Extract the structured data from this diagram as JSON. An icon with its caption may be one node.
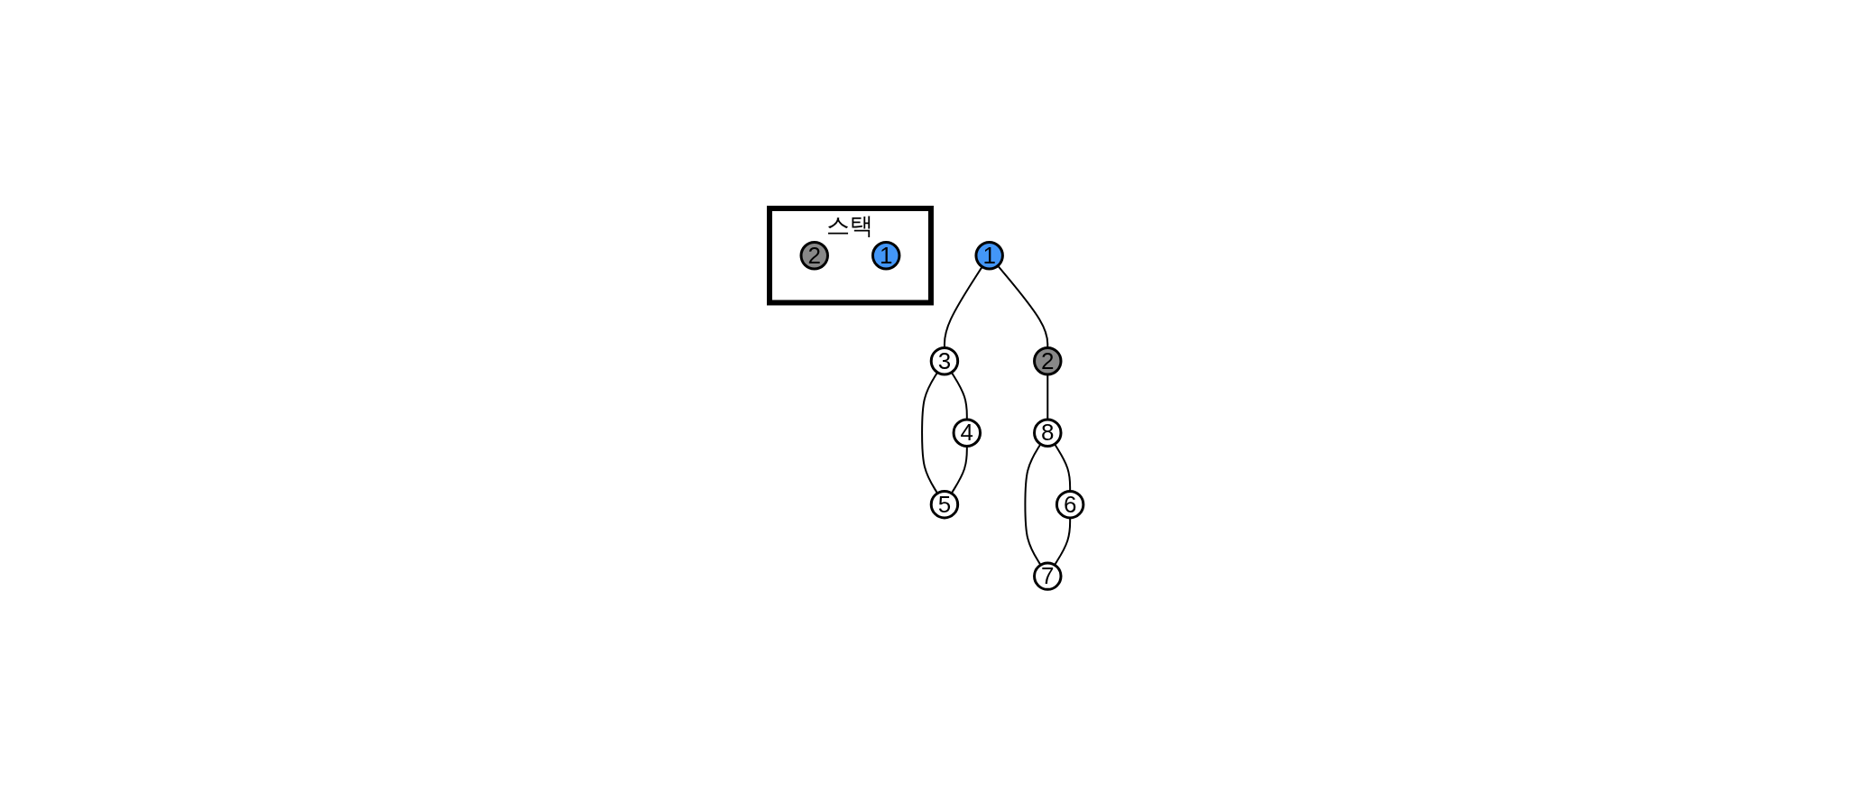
{
  "diagram": {
    "nodes": [
      {
        "text": [
          "스택"
        ]
      },
      {
        "text": [
          "2"
        ],
        "in": 0
      },
      {
        "text": [
          "1"
        ],
        "in": 0
      },
      {
        "text": [
          "1"
        ]
      },
      {
        "text": [
          "2"
        ]
      },
      {
        "text": [
          "3"
        ]
      },
      {
        "text": [
          "4"
        ]
      },
      {
        "text": [
          "5"
        ]
      },
      {
        "text": [
          "6"
        ]
      },
      {
        "text": [
          "7"
        ]
      },
      {
        "text": [
          "8"
        ]
      }
    ],
    "edges": [
      {
        "from": 3,
        "to": 4,
        "arrow": "none"
      },
      {
        "from": 3,
        "to": 5,
        "arrow": "none"
      },
      {
        "from": 4,
        "to": 10,
        "arrow": "none"
      },
      {
        "from": 5,
        "to": 6,
        "arrow": "none"
      },
      {
        "from": 5,
        "to": 7,
        "arrow": "none"
      },
      {
        "from": 6,
        "to": 7,
        "arrow": "none"
      },
      {
        "from": 10,
        "to": 8,
        "arrow": "none"
      },
      {
        "from": 10,
        "to": 9,
        "arrow": "none"
      },
      {
        "from": 8,
        "to": 9,
        "arrow": "none"
      }
    ]
  }
}
